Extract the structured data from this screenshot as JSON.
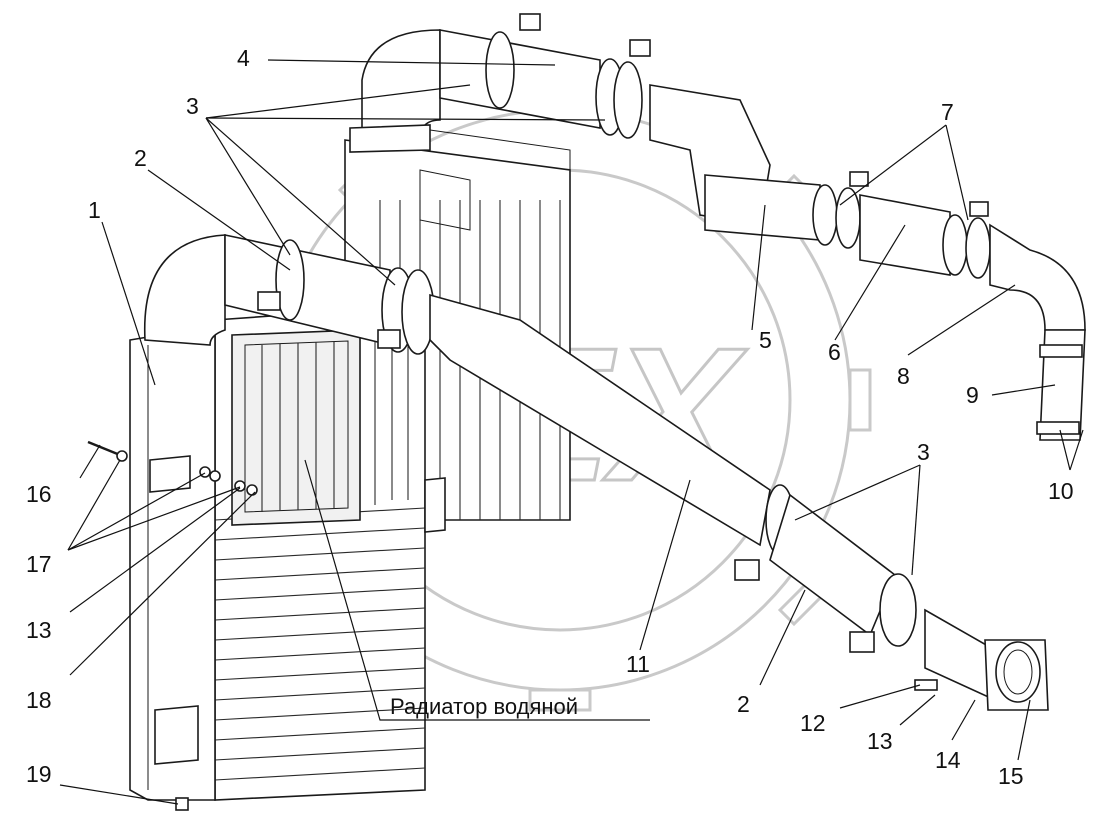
{
  "watermark": "OPEX",
  "radiator_caption": "Радиатор водяной",
  "callouts": {
    "c1": "1",
    "c2a": "2",
    "c2b": "2",
    "c3a": "3",
    "c3b": "3",
    "c4": "4",
    "c5": "5",
    "c6": "6",
    "c7": "7",
    "c8": "8",
    "c9": "9",
    "c10": "10",
    "c11": "11",
    "c12": "12",
    "c13a": "13",
    "c13b": "13",
    "c14": "14",
    "c15": "15",
    "c16": "16",
    "c17": "17",
    "c18": "18",
    "c19": "19"
  }
}
